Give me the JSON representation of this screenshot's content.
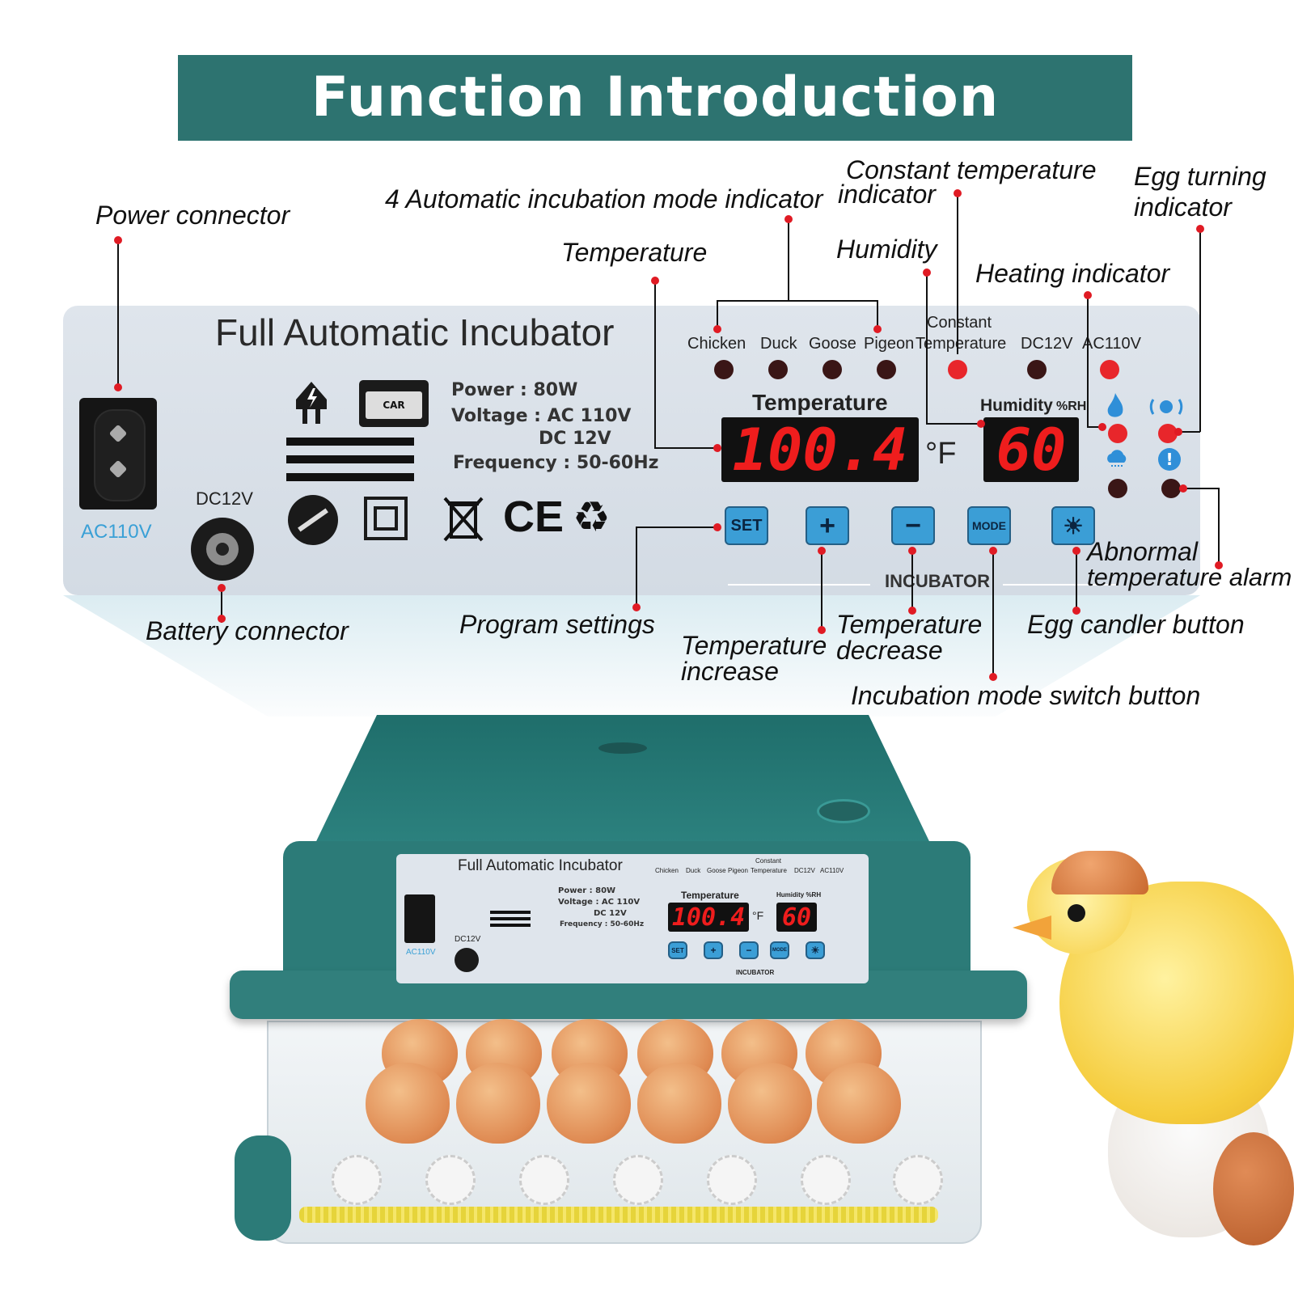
{
  "banner": {
    "title": "Function Introduction"
  },
  "panel": {
    "title": "Full Automatic Incubator",
    "specs": {
      "power": "Power : 80W",
      "voltage": "Voltage : AC 110V",
      "dc": "DC 12V",
      "frequency": "Frequency : 50-60Hz"
    },
    "ac_port_label": "AC110V",
    "dc_port_label": "DC12V",
    "modes": [
      "Chicken",
      "Duck",
      "Goose",
      "Pigeon"
    ],
    "constant_line1": "Constant",
    "constant_line2": "Temperature",
    "dc12v_label": "DC12V",
    "ac110v_label": "AC110V",
    "temperature_heading": "Temperature",
    "temperature_value": "100.4",
    "temperature_unit": "°F",
    "humidity_heading": "Humidity",
    "humidity_unit": "%RH",
    "humidity_value": "60",
    "buttons": {
      "set": "SET",
      "plus": "+",
      "minus": "−",
      "mode": "MODE"
    },
    "footer_label": "INCUBATOR",
    "cert": {
      "ce": "CE"
    },
    "battery_icon_text": "CAR"
  },
  "callouts": {
    "power_connector": "Power connector",
    "mode_indicator": "4 Automatic incubation mode indicator",
    "constant_temp_1": "Constant temperature",
    "constant_temp_2": "indicator",
    "egg_turning_1": "Egg turning",
    "egg_turning_2": "indicator",
    "temperature": "Temperature",
    "humidity": "Humidity",
    "heating": "Heating indicator",
    "battery": "Battery  connector",
    "program": "Program  settings",
    "temp_increase_1": "Temperature",
    "temp_increase_2": "increase",
    "temp_decrease_1": "Temperature",
    "temp_decrease_2": "decrease",
    "mode_switch": "Incubation mode switch button",
    "egg_candler": "Egg  candler button",
    "abnormal_1": "Abnormal",
    "abnormal_2": "temperature alarm"
  },
  "mini_panel": {
    "title": "Full Automatic Incubator",
    "power": "Power : 80W",
    "voltage": "Voltage : AC 110V",
    "dc": "DC 12V",
    "frequency": "Frequency : 50-60Hz",
    "ac_label": "AC110V",
    "dc_label": "DC12V",
    "modes": [
      "Chicken",
      "Duck",
      "Goose",
      "Pigeon"
    ],
    "constant_line1": "Constant",
    "constant_line2": "Temperature",
    "dc12v_label": "DC12V",
    "ac110v_label": "AC110V",
    "temperature_heading": "Temperature",
    "humidity_heading": "Humidity %RH",
    "temperature_value": "100.4",
    "temperature_unit": "°F",
    "humidity_value": "60",
    "footer": "INCUBATOR",
    "set": "SET",
    "plus": "+",
    "minus": "−",
    "mode": "MODE"
  },
  "colors": {
    "banner": "#2d7370",
    "incubator": "#2c7b78",
    "button": "#3b9ed6",
    "led_on": "#e8262b",
    "display_red": "#ef1d1d"
  }
}
